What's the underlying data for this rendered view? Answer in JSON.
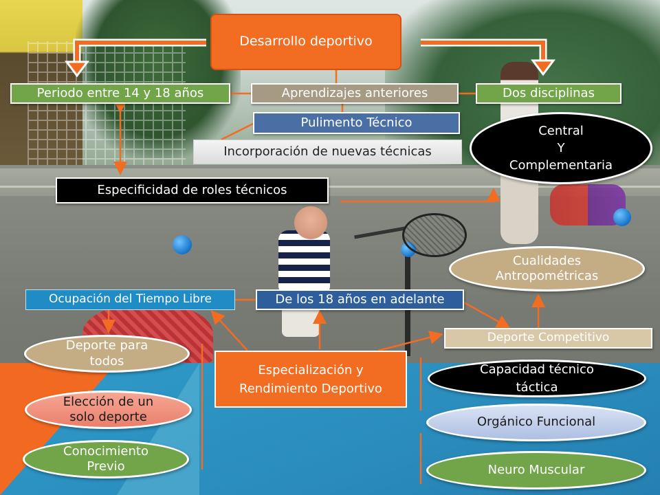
{
  "diagram": {
    "root": "Desarrollo deportivo",
    "periodo": "Periodo entre 14 y 18 años",
    "aprendizajes": "Aprendizajes anteriores",
    "dos_disciplinas": "Dos disciplinas",
    "pulimento": "Pulimento Técnico",
    "incorporacion": "Incorporación de nuevas técnicas",
    "central_lines": [
      "Central",
      "Y",
      "Complementaria"
    ],
    "especificidad": "Especificidad de roles técnicos",
    "cualidades_lines": [
      "Cualidades",
      "Antropométricas"
    ],
    "ocupacion": "Ocupación del Tiempo Libre",
    "de_los_18": "De los 18 años en adelante",
    "deporte_competitivo": "Deporte Competitivo",
    "deporte_todos_lines": [
      "Deporte para",
      "todos"
    ],
    "especializacion_lines": [
      "Especialización y",
      "Rendimiento Deportivo"
    ],
    "capacidad_lines": [
      "Capacidad técnico",
      "táctica"
    ],
    "eleccion_lines": [
      "Elección de un",
      "solo deporte"
    ],
    "organico": "Orgánico Funcional",
    "conocimiento_lines": [
      "Conocimiento",
      "Previo"
    ],
    "neuro": "Neuro Muscular"
  },
  "colors": {
    "accent_orange": "#f26c22",
    "green": "#72a44a",
    "tan": "#c4ad85",
    "blue": "#2e5f9c",
    "connector": "#f26c22"
  }
}
